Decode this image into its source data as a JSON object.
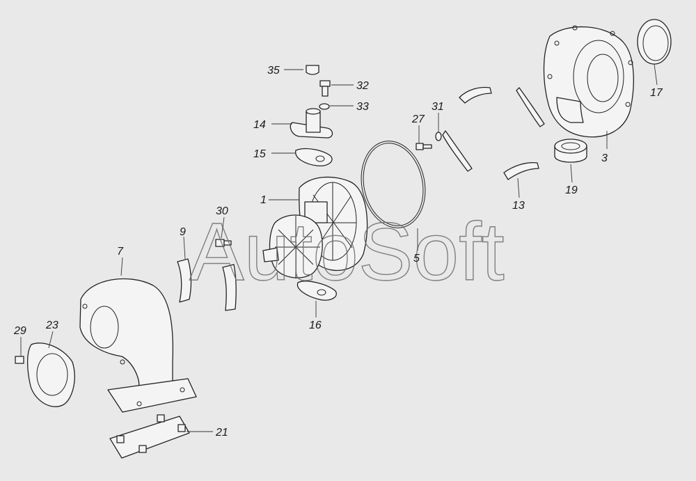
{
  "watermark": "AutoSoft",
  "parts": [
    "1",
    "3",
    "5",
    "7",
    "9",
    "13",
    "14",
    "15",
    "16",
    "17",
    "19",
    "21",
    "23",
    "27",
    "29",
    "30",
    "31",
    "32",
    "33",
    "35"
  ]
}
